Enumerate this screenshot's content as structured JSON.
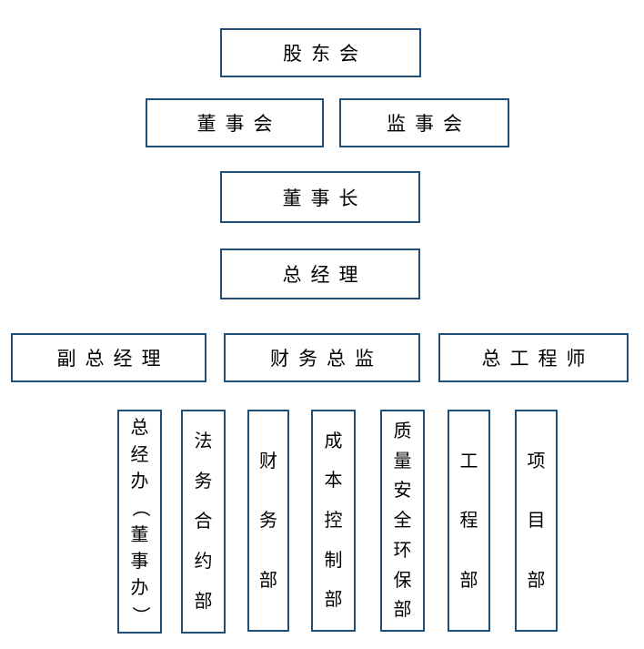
{
  "colors": {
    "box_border": "#1F4E79",
    "text": "#000000",
    "background": "#FFFFFF"
  },
  "org_chart": {
    "type": "organization-chart",
    "nodes": [
      {
        "id": "shareholders-meeting",
        "label": "股东会",
        "level": 1,
        "orientation": "horizontal"
      },
      {
        "id": "board-of-directors",
        "label": "董事会",
        "level": 2,
        "orientation": "horizontal"
      },
      {
        "id": "supervisory-board",
        "label": "监事会",
        "level": 2,
        "orientation": "horizontal"
      },
      {
        "id": "chairman",
        "label": "董事长",
        "level": 3,
        "orientation": "horizontal"
      },
      {
        "id": "general-manager",
        "label": "总经理",
        "level": 4,
        "orientation": "horizontal"
      },
      {
        "id": "deputy-general-manager",
        "label": "副总经理",
        "level": 5,
        "orientation": "horizontal"
      },
      {
        "id": "finance-director",
        "label": "财务总监",
        "level": 5,
        "orientation": "horizontal"
      },
      {
        "id": "chief-engineer",
        "label": "总工程师",
        "level": 5,
        "orientation": "horizontal"
      },
      {
        "id": "gm-office",
        "label": "总经办（董事办）",
        "level": 6,
        "orientation": "vertical"
      },
      {
        "id": "legal-contract-dept",
        "label": "法务合约部",
        "level": 6,
        "orientation": "vertical"
      },
      {
        "id": "finance-dept",
        "label": "财务部",
        "level": 6,
        "orientation": "vertical"
      },
      {
        "id": "cost-control-dept",
        "label": "成本控制部",
        "level": 6,
        "orientation": "vertical"
      },
      {
        "id": "quality-safety-env-dept",
        "label": "质量安全环保部",
        "level": 6,
        "orientation": "vertical"
      },
      {
        "id": "engineering-dept",
        "label": "工程部",
        "level": 6,
        "orientation": "vertical"
      },
      {
        "id": "project-dept",
        "label": "项目部",
        "level": 6,
        "orientation": "vertical"
      }
    ]
  }
}
